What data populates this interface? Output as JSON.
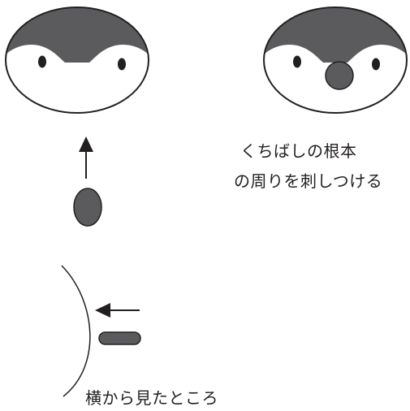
{
  "colors": {
    "fill_dark": "#5b5b5e",
    "outline": "#231f20",
    "background": "#ffffff"
  },
  "labels": {
    "beak_instruction_line1": "くちばしの根本",
    "beak_instruction_line2": "の周りを刺しつける",
    "side_view": "横から見たところ"
  }
}
